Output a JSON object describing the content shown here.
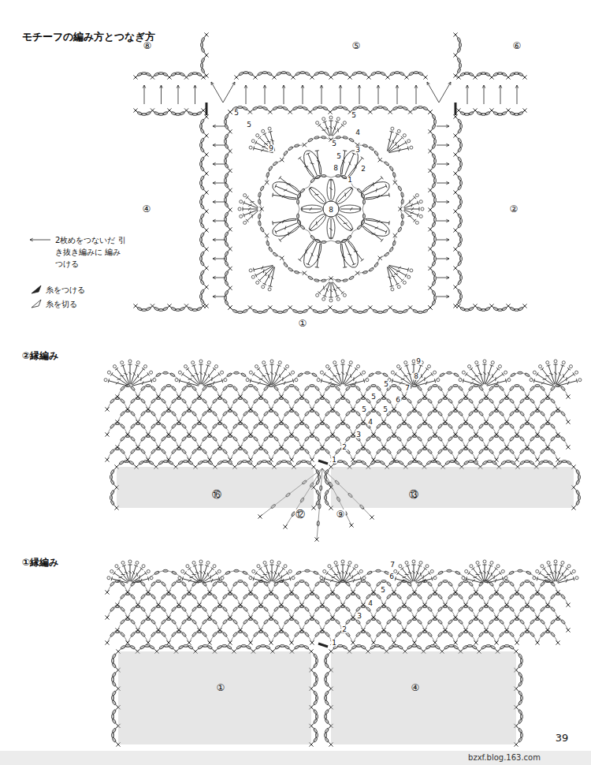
{
  "diagram": {
    "title": "モチーフの編み方とつなぎ方",
    "nodes": [
      {
        "text": [
          "⑯"
        ]
      },
      {
        "text": [
          "⑬"
        ]
      },
      {
        "text": [
          "①"
        ]
      },
      {
        "text": [
          "④"
        ]
      }
    ],
    "labels": [
      "⑧",
      "⑤",
      "⑥",
      "④",
      "②",
      "①",
      "5",
      "5",
      "5",
      "4",
      "5",
      "3",
      "5",
      "8",
      "2",
      "9",
      "1",
      "8",
      "②縁編み",
      "1",
      "2",
      "3",
      "4",
      "5",
      "5",
      "5",
      "6",
      "5",
      "7",
      "8",
      "9",
      "⑫",
      "⑨",
      "①縁編み",
      "1",
      "2",
      "3",
      "4",
      "5",
      "6",
      "7",
      "39",
      "bzxf.blog.163.com"
    ],
    "legend": [
      {
        "text": "2枚めをつないだ 引き抜き編みに 編みつける"
      },
      {
        "text": "糸をつける"
      },
      {
        "text": "糸を切る"
      }
    ]
  }
}
